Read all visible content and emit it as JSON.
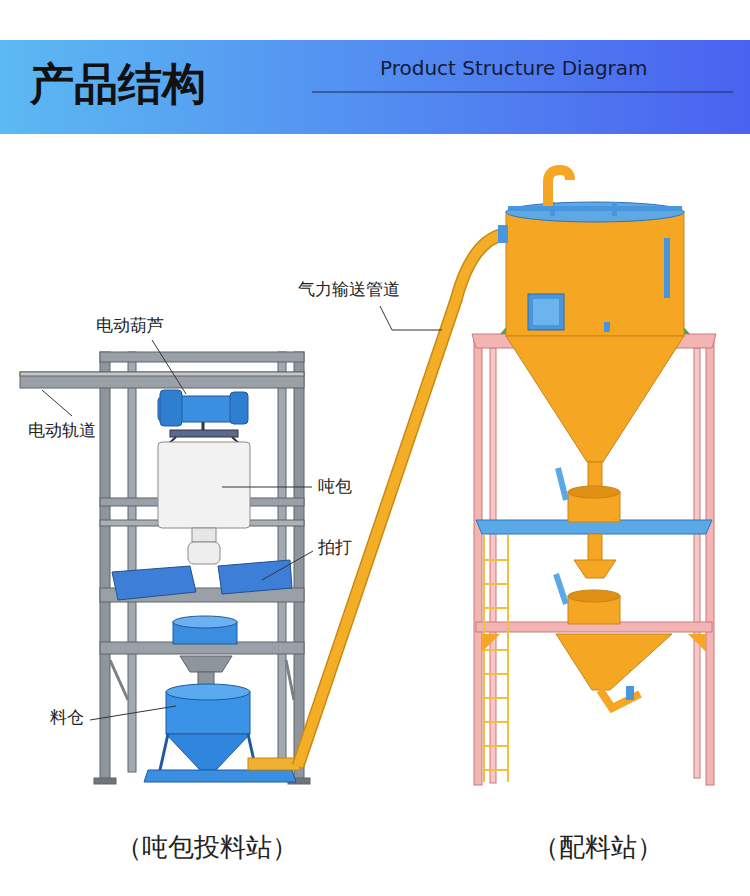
{
  "diagram": {
    "title": "产品结构",
    "labels": [
      "Product Structure Diagram",
      "电动葫芦",
      "电动轨道",
      "吨包",
      "拍打",
      "料仓",
      "气力输送管道",
      "（吨包投料站）",
      "（配料站）"
    ]
  }
}
